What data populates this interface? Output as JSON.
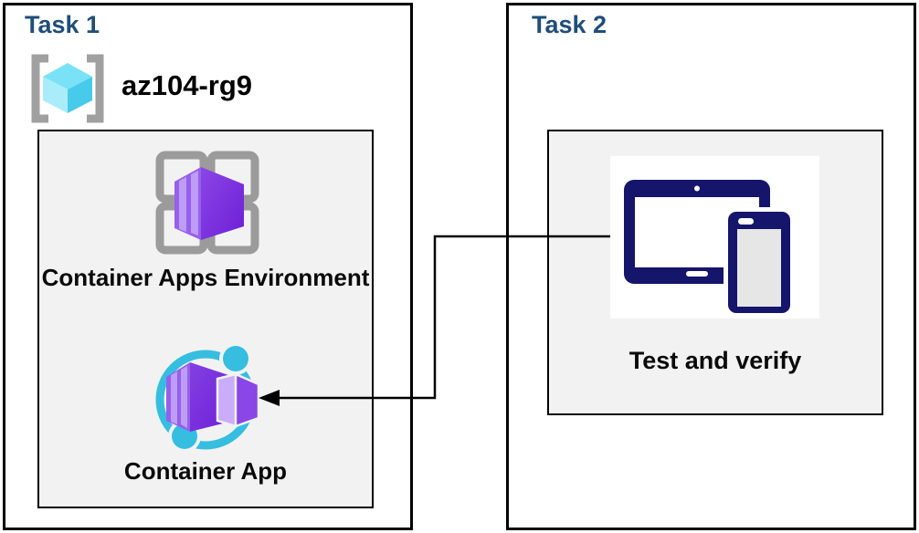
{
  "task1": {
    "title": "Task 1",
    "resource_group": {
      "name": "az104-rg9",
      "icon": "resource-group-icon"
    },
    "panel": {
      "items": [
        {
          "label": "Container Apps Environment",
          "icon": "container-apps-environment-icon"
        },
        {
          "label": "Container App",
          "icon": "container-app-icon"
        }
      ]
    }
  },
  "task2": {
    "title": "Task 2",
    "panel": {
      "items": [
        {
          "label": "Test and verify",
          "icon": "tablet-and-phone-icon"
        }
      ]
    }
  },
  "connector": {
    "description": "elbow arrow from Test and verify icon to Container App icon"
  },
  "colors": {
    "title_blue": "#1F4E79",
    "label_black": "#0a0a0a",
    "panel_gray": "#F2F2F2",
    "border_black": "#000000",
    "device_navy": "#15156B",
    "icon_cyan": "#35BEE0",
    "cube_cyan_top": "#79E2F6",
    "cube_cyan_left": "#A9EDFA",
    "cube_cyan_right": "#48CAEB",
    "container_purple_front": "#9660EC",
    "container_purple_side": "#7226D8",
    "container_purple_stripe": "#BE9DF6",
    "grid_gray": "#9B9B9B",
    "bracket_gray": "#A0A0A0"
  }
}
